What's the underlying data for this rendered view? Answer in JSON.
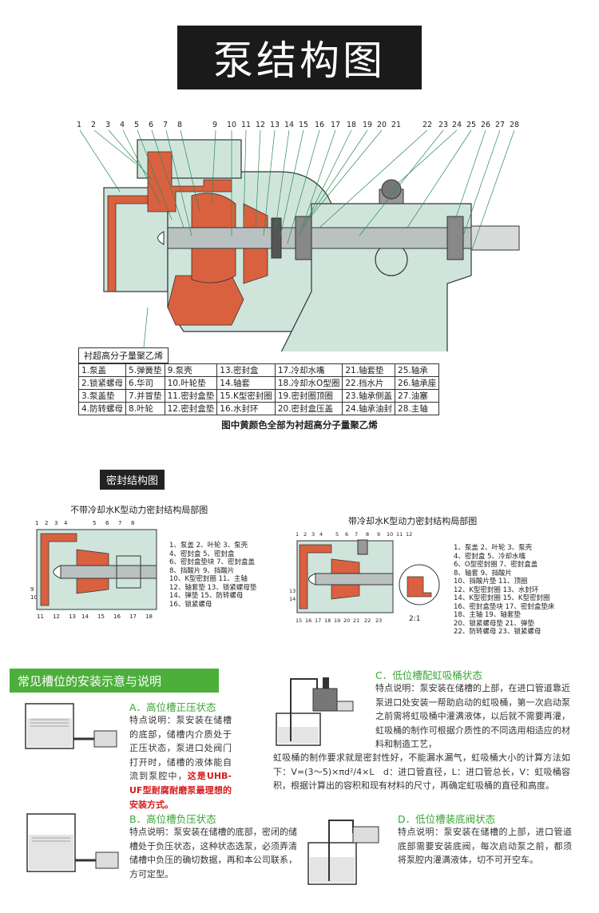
{
  "page_title": "泵结构图",
  "pump": {
    "callout_numbers": [
      "1",
      "2",
      "3",
      "4",
      "5",
      "6",
      "7",
      "8",
      "9",
      "10",
      "11",
      "12",
      "13",
      "14",
      "15",
      "16",
      "17",
      "18",
      "19",
      "20",
      "21",
      "22",
      "23",
      "24",
      "25",
      "26",
      "27",
      "28"
    ],
    "material_note": "衬超高分子量聚乙烯",
    "parts": [
      [
        "1.泵盖",
        "5.弹簧垫",
        "9.泵壳",
        "13.密封盒",
        "17.冷却水嘴",
        "21.轴套垫",
        "25.轴承"
      ],
      [
        "2.锁紧螺母",
        "6.华司",
        "10.叶轮垫",
        "14.轴套",
        "18.冷却水O型圈",
        "22.挡水片",
        "26.轴承座"
      ],
      [
        "3.泵盖垫",
        "7.并冒垫",
        "11.密封盒垫",
        "15.K型密封圈",
        "19.密封圈顶圈",
        "23.轴承侧盖",
        "27.油塞"
      ],
      [
        "4.防转螺母",
        "8.叶轮",
        "12.密封盒垫",
        "16.水封环",
        "20.密封盒压盖",
        "24.轴承油封",
        "28.主轴"
      ]
    ],
    "caption": "图中黄颜色全部为衬超高分子量聚乙烯"
  },
  "seal": {
    "label": "密封结构图",
    "left_title": "不带冷却水K型动力密封结构局部图",
    "right_title": "带冷却水K型动力密封结构局部图",
    "left_callouts": [
      "1",
      "2",
      "3",
      "4",
      "5",
      "6",
      "7",
      "8",
      "9",
      "10",
      "11",
      "12",
      "13",
      "14",
      "15",
      "16",
      "17",
      "18"
    ],
    "right_callouts": [
      "1",
      "2",
      "3",
      "4",
      "5",
      "6",
      "7",
      "8",
      "9",
      "10",
      "11",
      "12",
      "13",
      "14",
      "15",
      "16",
      "17",
      "18",
      "19",
      "20",
      "21",
      "22",
      "23"
    ],
    "left_legend": [
      "1、泵盖 2、叶轮 3、泵壳",
      "4、密封盒 5、密封盒",
      "6、密封盒垫块 7、密封盒盖",
      "8、挡酸片 9、挡酸片",
      "10、K型密封圈 11、主轴",
      "12、轴套垫 13、锁紧螺母垫",
      "14、弹垫 15、防转螺母",
      "16、锁紧螺母"
    ],
    "right_legend": [
      "1、泵盖 2、叶轮 3、泵壳",
      "4、密封盒 5、冷却水嘴",
      "6、O型密封圈 7、密封盒盖",
      "8、轴套 9、挡酸片",
      "10、挡酸片垫 11、顶圈",
      "12、K型密封圈 13、水封环",
      "14、K型密封圈 15、K型密封圈",
      "16、密封盒垫块 17、密封盒垫床",
      "18、主轴 19、轴套垫",
      "20、锁紧螺母垫 21、弹垫",
      "22、防转螺母 23、锁紧螺母"
    ],
    "scale": "2:1"
  },
  "install": {
    "header": "常见槽位的安装示意与说明",
    "a_title": "A．高位槽正压状态",
    "a_desc": "特点说明：泵安装在储槽的底部，储槽内介质处于正压状态，泵进口处阀门打开时，储槽的液体能自流到泵腔中，",
    "a_red": "这是UHB-UF型耐腐耐磨泵最理想的安装方式。",
    "b_title": "B．高位槽负压状态",
    "b_desc": "特点说明：泵安装在储槽的底部，密闭的储槽处于负压状态，这种状态选泵，必须弄清储槽中负压的确切数据，再和本公司联系，方可定型。",
    "c_title": "C．低位槽配虹吸桶状态",
    "c_desc": "特点说明：泵安装在储槽的上部，在进口管道靠近泵进口处安装一帮助启动的虹吸桶，第一次启动泵之前需将虹吸桶中灌满液体，以后就不需要再灌，虹吸桶的制作可根据介质性的不同选用相适应的材料和制造工艺，",
    "c_desc2": "虹吸桶的制作要求就是密封性好，不能漏水漏气，虹吸桶大小的计算方法如下：V=(3～5)×πd²/4×L　d：进口管直径，L：进口管总长，V：虹吸桶容积，根据计算出的容积和现有材料的尺寸，再确定虹吸桶的直径和高度。",
    "d_title": "D．低位槽装底阀状态",
    "d_desc": "特点说明：泵安装在储槽的上部，进口管道底部需要安装底阀，每次启动泵之前，都须将泵腔内灌满液体，切不可开空车。"
  },
  "colors": {
    "lining": "#d9613f",
    "body": "#cfe5dc",
    "callout_line": "#2e8b57",
    "accent_green": "#4caf3a",
    "red_text": "#d71a1a"
  }
}
